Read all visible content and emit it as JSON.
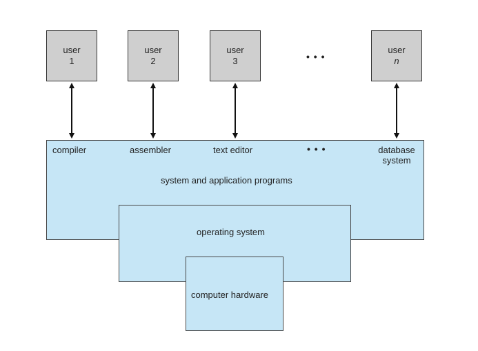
{
  "users": [
    {
      "line1": "user",
      "line2": "1"
    },
    {
      "line1": "user",
      "line2": "2"
    },
    {
      "line1": "user",
      "line2": "3"
    },
    {
      "line1": "user",
      "line2": "n"
    }
  ],
  "ellipsis": "• • •",
  "programs": {
    "compiler": "compiler",
    "assembler": "assembler",
    "text_editor": "text editor",
    "database_line1": "database",
    "database_line2": "system"
  },
  "layers": {
    "system_and_application": "system and application programs",
    "operating_system": "operating system",
    "computer_hardware": "computer hardware"
  },
  "colors": {
    "user_fill": "#cfcfcf",
    "layer_fill": "#c6e6f6"
  }
}
